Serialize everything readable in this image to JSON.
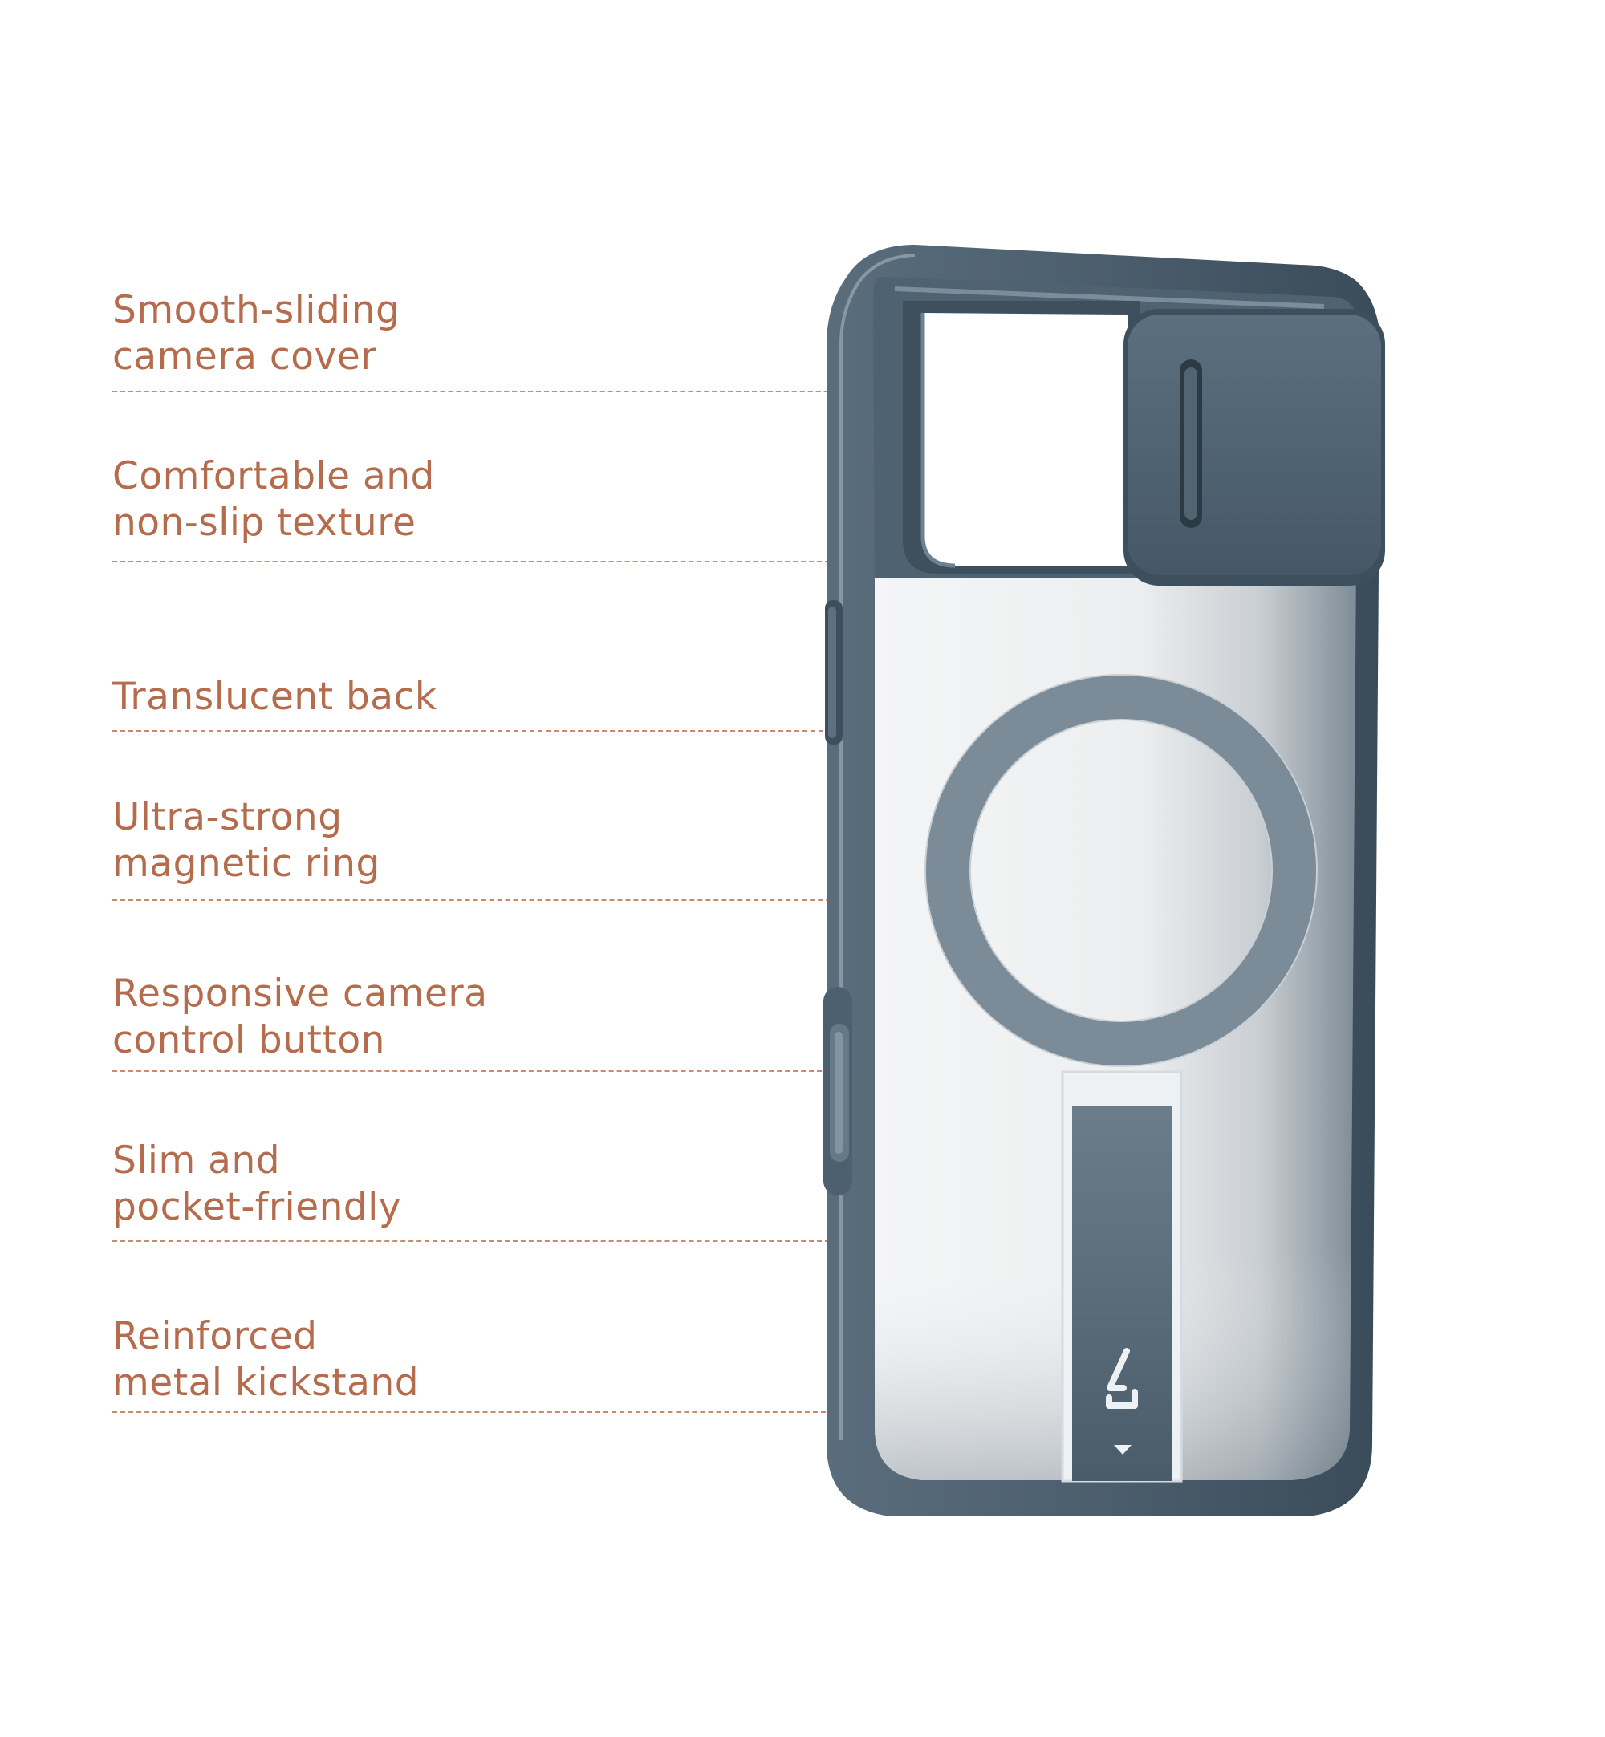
{
  "features": [
    {
      "lines": [
        "Smooth-sliding",
        "camera cover"
      ]
    },
    {
      "lines": [
        "Comfortable and",
        "non-slip texture"
      ]
    },
    {
      "lines": [
        "Translucent back"
      ]
    },
    {
      "lines": [
        "Ultra-strong",
        "magnetic ring"
      ]
    },
    {
      "lines": [
        "Responsive camera",
        "control button"
      ]
    },
    {
      "lines": [
        "Slim and",
        "pocket-friendly"
      ]
    },
    {
      "lines": [
        "Reinforced",
        "metal kickstand"
      ]
    }
  ],
  "colors": {
    "label_text": "#b56c4c",
    "leader_line": "#c98a6e",
    "case_frame": "#4d6070",
    "case_frame_dark": "#3a4b59",
    "magnetic_ring": "#7b8b98",
    "translucent_back": "#eeeff0"
  },
  "icons": [
    "brand-logo-icon",
    "arrow-down-icon"
  ]
}
